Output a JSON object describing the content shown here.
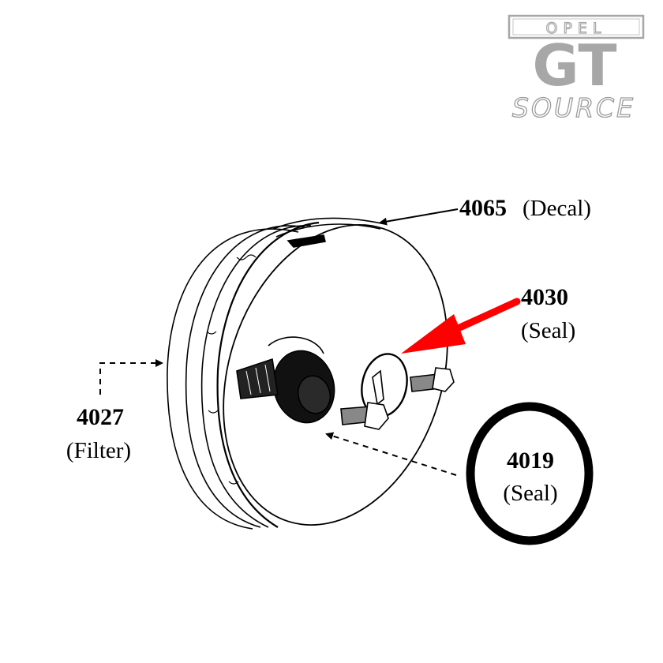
{
  "logo": {
    "brand": "OPEL",
    "model": "GT",
    "tagline": "SOURCE",
    "color": "#a7a7a7"
  },
  "callouts": [
    {
      "part_number": "4065",
      "part_name": "(Decal)"
    },
    {
      "part_number": "4030",
      "part_name": "(Seal)"
    },
    {
      "part_number": "4027",
      "part_name": "(Filter)"
    },
    {
      "part_number": "4019",
      "part_name": "(Seal)"
    }
  ],
  "colors": {
    "highlight_arrow": "#ff0000",
    "line_art": "#000000",
    "background": "#ffffff"
  }
}
